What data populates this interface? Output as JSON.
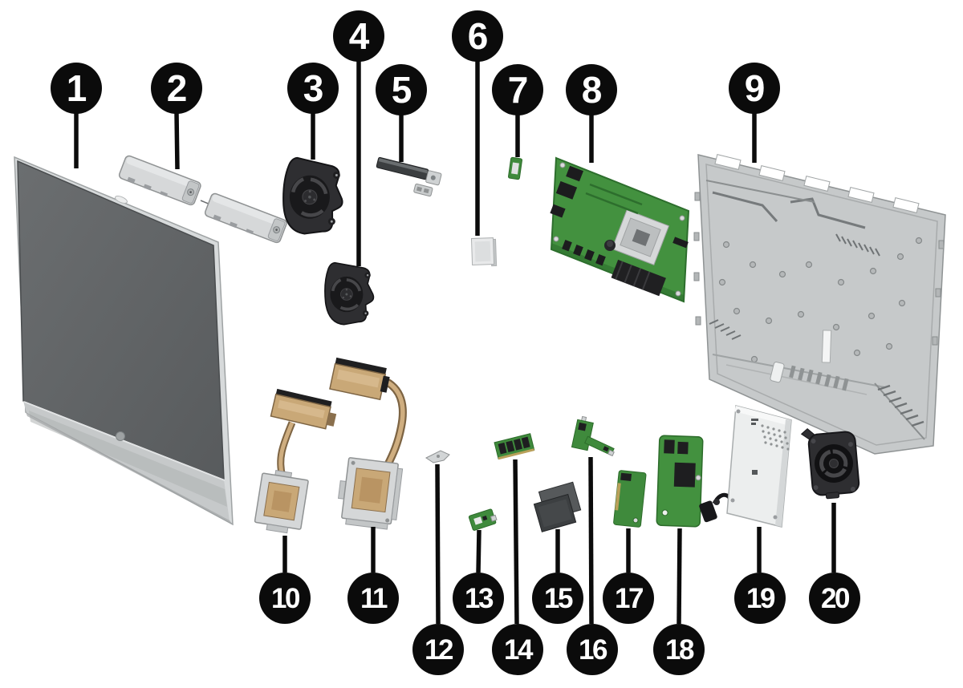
{
  "diagram_type": "exploded-parts-diagram",
  "callouts": [
    {
      "number": "1",
      "part": "display-panel"
    },
    {
      "number": "2",
      "part": "speakers"
    },
    {
      "number": "3",
      "part": "blower-fan"
    },
    {
      "number": "4",
      "part": "blower-fan"
    },
    {
      "number": "5",
      "part": "webcam-module"
    },
    {
      "number": "6",
      "part": "processor"
    },
    {
      "number": "7",
      "part": "wlan-module"
    },
    {
      "number": "8",
      "part": "system-board"
    },
    {
      "number": "9",
      "part": "back-cover"
    },
    {
      "number": "10",
      "part": "heat-sink"
    },
    {
      "number": "11",
      "part": "heat-sink"
    },
    {
      "number": "12",
      "part": "bracket"
    },
    {
      "number": "13",
      "part": "small-circuit-board"
    },
    {
      "number": "14",
      "part": "memory-module"
    },
    {
      "number": "15",
      "part": "drive-brackets"
    },
    {
      "number": "16",
      "part": "circuit-board-with-arm"
    },
    {
      "number": "17",
      "part": "circuit-board"
    },
    {
      "number": "18",
      "part": "circuit-board"
    },
    {
      "number": "19",
      "part": "power-supply"
    },
    {
      "number": "20",
      "part": "blower-fan"
    }
  ],
  "colors": {
    "background": "#ffffff",
    "callout_fill": "#0b0b0b",
    "callout_number": "#ffffff",
    "leader_line": "#0b0b0b",
    "pcb_green": "#43913f",
    "copper": "#c9a877",
    "chassis_gray": "#c6c9ca",
    "fan_black": "#2e2e31",
    "screen_gray": "#5e6163"
  }
}
